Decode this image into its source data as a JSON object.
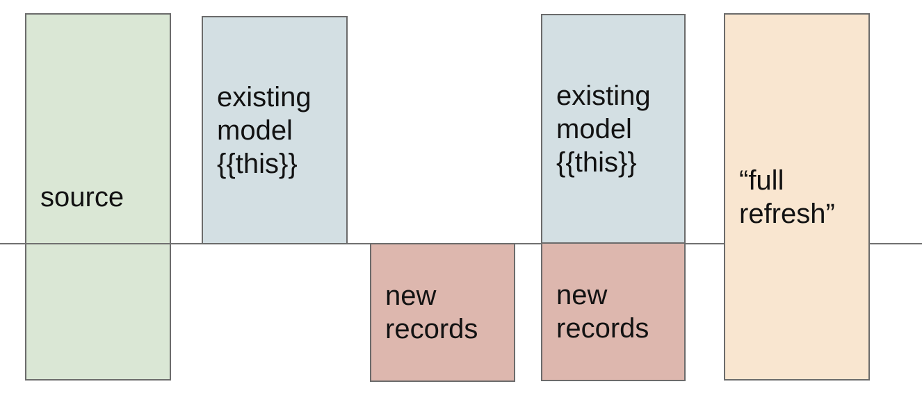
{
  "colors": {
    "background": "#ffffff",
    "box_border": "#6b6b6b",
    "divider_line": "#707070",
    "text": "#121212",
    "source_fill": "#dae7d5",
    "existing_model_fill": "#d3dfe3",
    "new_records_fill": "#ddb7ae",
    "full_refresh_fill": "#f9e6d0"
  },
  "diagram": {
    "boxes": [
      {
        "label": "source"
      },
      {
        "label": "existing model {{this}}"
      },
      {
        "label": "new records"
      },
      {
        "label": "existing model {{this}}"
      },
      {
        "label": "new records"
      },
      {
        "label": "“full refresh”"
      }
    ]
  }
}
